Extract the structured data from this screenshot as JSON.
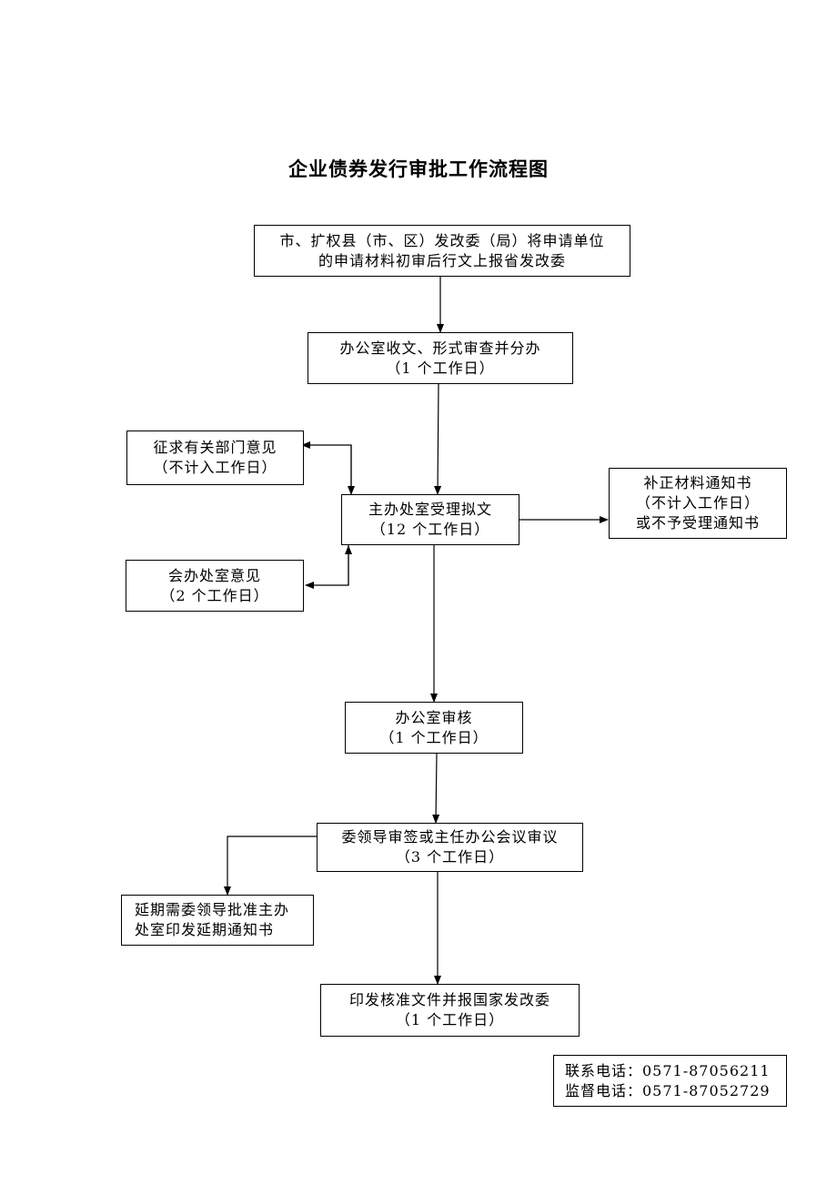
{
  "title": "企业债券发行审批工作流程图",
  "nodes": {
    "submit": {
      "line1": "市、扩权县（市、区）发改委（局）将申请单位",
      "line2": "的申请材料初审后行文上报省发改委"
    },
    "office_receive": {
      "line1": "办公室收文、形式审查并分办",
      "line2": "（1 个工作日）"
    },
    "consult_departments": {
      "line1": "征求有关部门意见",
      "line2": "（不计入工作日）"
    },
    "main_division": {
      "line1": "主办处室受理拟文",
      "line2": "（12 个工作日）"
    },
    "supplement_notice": {
      "line1": "补正材料通知书",
      "line2": "（不计入工作日）",
      "line3": "或不予受理通知书"
    },
    "co_division": {
      "line1": "会办处室意见",
      "line2": "（2 个工作日）"
    },
    "office_review": {
      "line1": "办公室审核",
      "line2": "（1 个工作日）"
    },
    "leader_review": {
      "line1": "委领导审签或主任办公会议审议",
      "line2": "（3 个工作日）"
    },
    "extension": {
      "line1": "延期需委领导批准主办",
      "line2": "处室印发延期通知书"
    },
    "approval": {
      "line1": "印发核准文件并报国家发改委",
      "line2": "（1 个工作日）"
    }
  },
  "contact": {
    "phone": "联系电话：0571-87056211",
    "supervision": "监督电话：0571-87052729"
  }
}
